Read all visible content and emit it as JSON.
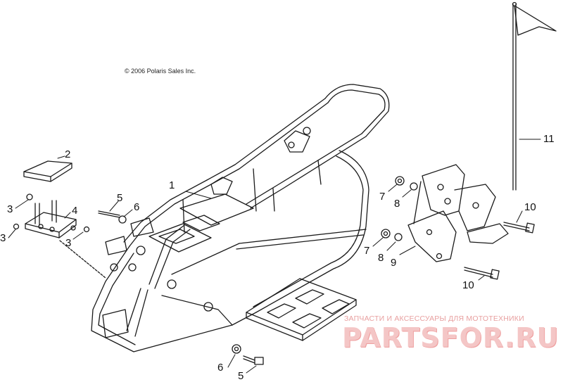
{
  "copyright": "© 2006 Polaris Sales Inc.",
  "callouts": {
    "c1": "1",
    "c2": "2",
    "c3a": "3",
    "c3b": "3",
    "c3c": "3",
    "c4": "4",
    "c5a": "5",
    "c5b": "5",
    "c6a": "6",
    "c6b": "6",
    "c7a": "7",
    "c7b": "7",
    "c8a": "8",
    "c8b": "8",
    "c9": "9",
    "c10a": "10",
    "c10b": "10",
    "c11": "11"
  },
  "watermark": {
    "subtitle": "ЗАПЧАСТИ И АКСЕССУАРЫ ДЛЯ МОТОТЕХНИКИ",
    "logo": "PARTSFOR.RU",
    "color": "#e88a8a"
  }
}
